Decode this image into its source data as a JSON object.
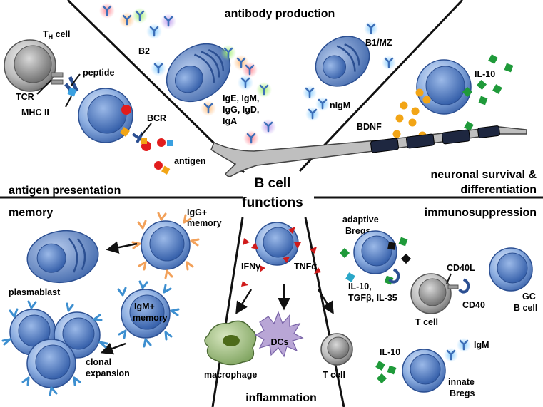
{
  "center": {
    "line1": "B cell",
    "line2": "functions"
  },
  "sections": {
    "antibody_production": "antibody production",
    "antigen_presentation": "antigen presentation",
    "neuronal": {
      "line1": "neuronal survival &",
      "line2": "differentiation"
    },
    "memory": "memory",
    "immunosuppression": "immunosuppression",
    "inflammation": "inflammation"
  },
  "labels": {
    "th_cell_main": "T",
    "th_cell_sub": "H",
    "th_cell_rest": " cell",
    "peptide": "peptide",
    "tcr": "TCR",
    "mhc2": "MHC II",
    "bcr": "BCR",
    "antigen": "antigen",
    "b2": "B2",
    "isotypes": [
      "IgE, IgM,",
      "IgG, IgD,",
      "IgA"
    ],
    "b1mz": "B1/MZ",
    "nigm": "nIgM",
    "il10_top": "IL-10",
    "bdnf": "BDNF",
    "igg_memory": [
      "IgG+",
      "memory"
    ],
    "plasmablast": "plasmablast",
    "igm_memory": [
      "IgM+",
      "memory"
    ],
    "clonal_expansion": [
      "clonal",
      "expansion"
    ],
    "ifn": "IFNγ",
    "tnf": "TNFα",
    "macrophage": "macrophage",
    "dcs": "DCs",
    "t_cell_infl": "T cell",
    "adaptive_bregs": [
      "adaptive",
      "Bregs"
    ],
    "il_cytokines": [
      "IL-10,",
      "TGFβ, IL-35"
    ],
    "cd40l": "CD40L",
    "cd40": "CD40",
    "t_cell_sup": "T cell",
    "gc_bcell": [
      "GC",
      "B cell"
    ],
    "il10_innate": "IL-10",
    "igm": "IgM",
    "innate_bregs": [
      "innate",
      "Bregs"
    ]
  },
  "colors": {
    "bcell": "#4a72b8",
    "bcell_light": "#c7d7f0",
    "tcell": "#8c8c8c",
    "antibody_orange": "#f2a15a",
    "antibody_green": "#8fd06a",
    "antibody_purple": "#9b7cc4",
    "antibody_red": "#e45a6a",
    "il10_green": "#1f9a3a",
    "bdnf_orange": "#f2a516",
    "cytokine_red": "#d01a1a",
    "dc_purple": "#b9a6d6",
    "macrophage_green": "#8fb56b"
  }
}
